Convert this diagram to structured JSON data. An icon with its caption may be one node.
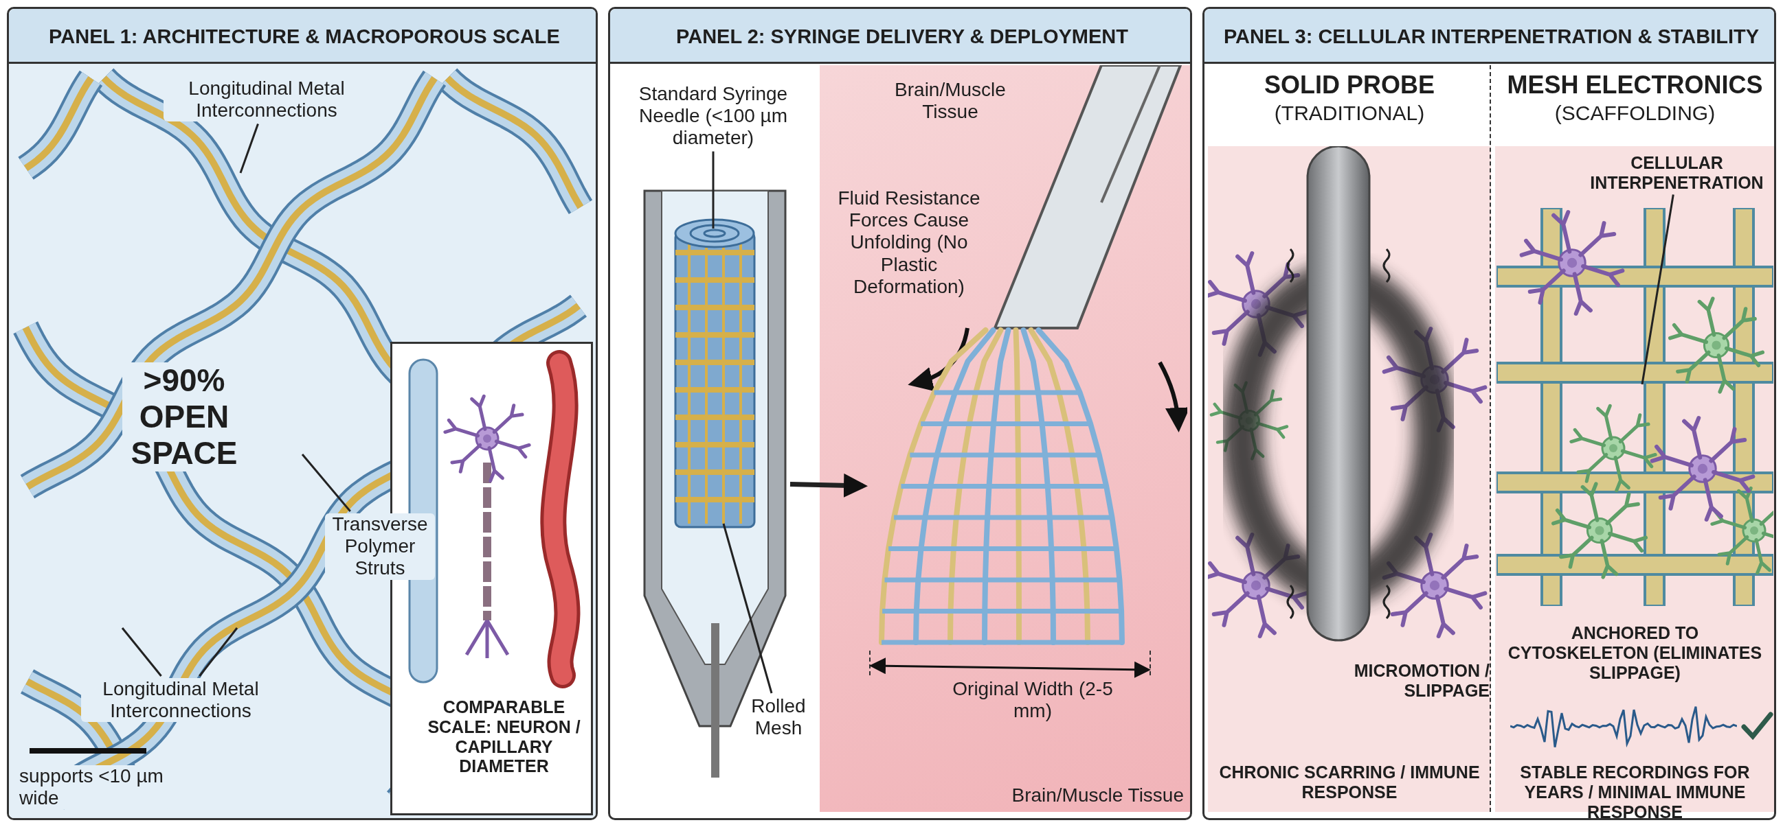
{
  "diagram": {
    "nodes": [
      {
        "text": [
          "PANEL 1: ARCHITECTURE & MACROPOROUS SCALE"
        ]
      },
      {
        "text": [
          "Longitudinal Metal Interconnections"
        ],
        "in": 0
      },
      {
        "text": [
          "Transverse Polymer Struts"
        ],
        "in": 0
      },
      {
        "text": [
          "Longitudinal Metal Interconnections"
        ],
        "in": 0
      },
      {
        "text": [
          "COMPARABLE SCALE: NEURON / CAPILLARY DIAMETER"
        ],
        "in": 0
      },
      {
        "text": [
          "PANEL 2: SYRINGE DELIVERY & DEPLOYMENT"
        ]
      },
      {
        "text": [
          "Standard Syringe Needle (<100 µm diameter)"
        ],
        "in": 5
      },
      {
        "text": [
          "Rolled Mesh"
        ],
        "in": 5
      },
      {
        "text": [],
        "shape": "picture",
        "in": 5
      },
      {
        "text": [
          "Brain/Muscle Tissue",
          "Brain/Muscle Tissue"
        ],
        "in": 5
      },
      {
        "text": [
          "Fluid Resistance Forces Cause Unfolding (No Plastic Deformation)"
        ],
        "in": 9
      },
      {
        "text": [],
        "shape": "picture",
        "in": 9
      },
      {
        "text": [
          "PANEL 3: CELLULAR INTERPENETRATION & STABILITY"
        ]
      },
      {
        "text": [
          "SOLID PROBE",
          "(TRADITIONAL)",
          "MICROMOTION / SLIPPAGE",
          "CHRONIC SCARRING / IMMUNE RESPONSE"
        ],
        "in": 12
      },
      {
        "text": [
          "MESH ELECTRONICS",
          "(SCAFFOLDING)",
          "ANCHORED TO CYTOSKELETON (ELIMINATES SLIPPAGE)",
          "STABLE RECORDINGS FOR YEARS / MINIMAL IMMUNE RESPONSE"
        ],
        "in": 12
      },
      {
        "text": [
          "CELLULAR INTERPENETRATION"
        ],
        "in": 14
      }
    ],
    "edges": [
      {
        "from": 1,
        "to": null,
        "arrow": "none"
      },
      {
        "from": 2,
        "to": null,
        "arrow": "none"
      },
      {
        "from": 3,
        "to": null,
        "arrow": "none"
      },
      {
        "from": 3,
        "to": null,
        "arrow": "none"
      },
      {
        "from": 6,
        "to": 8,
        "arrow": "none"
      },
      {
        "from": 7,
        "to": 8,
        "arrow": "none"
      },
      {
        "from": 8,
        "to": 11,
        "arrow": "to",
        "style": "thick"
      },
      {
        "from": 15,
        "to": null,
        "arrow": "none"
      }
    ],
    "labels": [
      ">90% OPEN SPACE",
      "supports <10 µm wide",
      "Original Width (2-5 mm)"
    ]
  }
}
